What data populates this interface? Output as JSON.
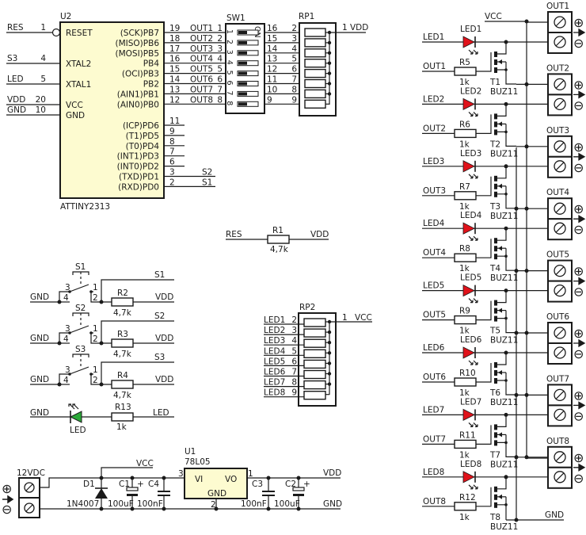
{
  "colors": {
    "ic_fill": "#fdfbd0",
    "led_red": "#e0121a",
    "led_green": "#2aa838",
    "wire": "#1a1a1a"
  },
  "u2": {
    "ref": "U2",
    "part": "ATTINY2313",
    "left_pins": [
      {
        "net": "RES",
        "num": "1",
        "name": "RESET",
        "inverted": true
      },
      {
        "net": "S3",
        "num": "4",
        "name": "XTAL2"
      },
      {
        "net": "LED",
        "num": "5",
        "name": "XTAL1"
      },
      {
        "net": "VDD",
        "num": "20",
        "name": "VCC"
      },
      {
        "net": "GND",
        "num": "10",
        "name": "GND"
      }
    ],
    "port_b": [
      {
        "name": "(SCK)PB7",
        "num": "19",
        "net": "OUT1"
      },
      {
        "name": "(MISO)PB6",
        "num": "18",
        "net": "OUT2"
      },
      {
        "name": "(MOSI)PB5",
        "num": "17",
        "net": "OUT3"
      },
      {
        "name": "PB4",
        "num": "16",
        "net": "OUT4"
      },
      {
        "name": "(OCI)PB3",
        "num": "15",
        "net": "OUT5"
      },
      {
        "name": "PB2",
        "num": "14",
        "net": "OUT6"
      },
      {
        "name": "(AIN1)PB1",
        "num": "13",
        "net": "OUT7"
      },
      {
        "name": "(AIN0)PB0",
        "num": "12",
        "net": "OUT8"
      }
    ],
    "port_d": [
      {
        "name": "(ICP)PD6",
        "num": "11",
        "net": ""
      },
      {
        "name": "(T1)PD5",
        "num": "9",
        "net": ""
      },
      {
        "name": "(T0)PD4",
        "num": "8",
        "net": ""
      },
      {
        "name": "(INT1)PD3",
        "num": "7",
        "net": ""
      },
      {
        "name": "(INT0)PD2",
        "num": "6",
        "net": ""
      },
      {
        "name": "(TXD)PD1",
        "num": "3",
        "net": "S2"
      },
      {
        "name": "(RXD)PD0",
        "num": "2",
        "net": "S1"
      }
    ]
  },
  "sw1": {
    "ref": "SW1",
    "on_label": "ON",
    "left_pins": [
      "1",
      "2",
      "3",
      "4",
      "5",
      "6",
      "7",
      "8"
    ],
    "right_pins": [
      "16",
      "15",
      "14",
      "13",
      "12",
      "11",
      "10",
      "9"
    ],
    "switch_numbers": [
      "1",
      "2",
      "3",
      "4",
      "5",
      "6",
      "7",
      "8"
    ]
  },
  "rp1": {
    "ref": "RP1",
    "pins": [
      "2",
      "3",
      "4",
      "5",
      "6",
      "7",
      "8",
      "9"
    ],
    "common_pin": "1",
    "common_net": "VDD"
  },
  "r1": {
    "net_left": "RES",
    "ref": "R1",
    "value": "4,7k",
    "net_right": "VDD"
  },
  "buttons": [
    {
      "ref": "S1",
      "net": "S1",
      "resistor": "R2",
      "value": "4,7k",
      "gnd": "GND",
      "vdd": "VDD",
      "pins": [
        "3",
        "4",
        "1",
        "2"
      ]
    },
    {
      "ref": "S2",
      "net": "S2",
      "resistor": "R3",
      "value": "4,7k",
      "gnd": "GND",
      "vdd": "VDD",
      "pins": [
        "3",
        "4",
        "1",
        "2"
      ]
    },
    {
      "ref": "S3",
      "net": "S3",
      "resistor": "R4",
      "value": "4,7k",
      "gnd": "GND",
      "vdd": "VDD",
      "pins": [
        "3",
        "4",
        "1",
        "2"
      ]
    }
  ],
  "status_led": {
    "gnd": "GND",
    "ref": "LED",
    "resistor": "R13",
    "value": "1k",
    "net": "LED"
  },
  "rp2": {
    "ref": "RP2",
    "nets": [
      "LED1",
      "LED2",
      "LED3",
      "LED4",
      "LED5",
      "LED6",
      "LED7",
      "LED8"
    ],
    "pins": [
      "2",
      "3",
      "4",
      "5",
      "6",
      "7",
      "8",
      "9"
    ],
    "common_pin": "1",
    "common_net": "VCC"
  },
  "power": {
    "connector": "12VDC",
    "plus": "⊕",
    "minus": "⊖",
    "diode_ref": "D1",
    "diode_part": "1N4007",
    "vcc_label": "VCC",
    "c1": {
      "ref": "C1",
      "value": "100uF",
      "polarity": "+"
    },
    "c4": {
      "ref": "C4",
      "value": "100nF"
    },
    "u1": {
      "ref": "U1",
      "part": "78L05",
      "vi": "VI",
      "vo": "VO",
      "gnd": "GND",
      "pin_in": "3",
      "pin_out": "1",
      "pin_gnd": "2"
    },
    "c3": {
      "ref": "C3",
      "value": "100nF"
    },
    "c2": {
      "ref": "C2",
      "value": "100uF",
      "polarity": "+"
    },
    "vdd_label": "VDD",
    "gnd_label": "GND"
  },
  "drivers": {
    "vcc_label": "VCC",
    "gnd_label": "GND",
    "channels": [
      {
        "led_net": "LED1",
        "led_ref": "LED1",
        "out_net": "OUT1",
        "r": "R5",
        "r_val": "1k",
        "t": "T1",
        "t_part": "BUZ11",
        "conn": "OUT1"
      },
      {
        "led_net": "LED2",
        "led_ref": "LED2",
        "out_net": "OUT2",
        "r": "R6",
        "r_val": "1k",
        "t": "T2",
        "t_part": "BUZ11",
        "conn": "OUT2"
      },
      {
        "led_net": "LED3",
        "led_ref": "LED3",
        "out_net": "OUT3",
        "r": "R7",
        "r_val": "1k",
        "t": "T3",
        "t_part": "BUZ11",
        "conn": "OUT3"
      },
      {
        "led_net": "LED4",
        "led_ref": "LED4",
        "out_net": "OUT4",
        "r": "R8",
        "r_val": "1k",
        "t": "T4",
        "t_part": "BUZ11",
        "conn": "OUT4"
      },
      {
        "led_net": "LED5",
        "led_ref": "LED5",
        "out_net": "OUT5",
        "r": "R9",
        "r_val": "1k",
        "t": "T5",
        "t_part": "BUZ11",
        "conn": "OUT5"
      },
      {
        "led_net": "LED6",
        "led_ref": "LED6",
        "out_net": "OUT6",
        "r": "R10",
        "r_val": "1k",
        "t": "T6",
        "t_part": "BUZ11",
        "conn": "OUT6"
      },
      {
        "led_net": "LED7",
        "led_ref": "LED7",
        "out_net": "OUT7",
        "r": "R11",
        "r_val": "1k",
        "t": "T7",
        "t_part": "BUZ11",
        "conn": "OUT7"
      },
      {
        "led_net": "LED8",
        "led_ref": "LED8",
        "out_net": "OUT8",
        "r": "R12",
        "r_val": "1k",
        "t": "T8",
        "t_part": "BUZ11",
        "conn": "OUT8"
      }
    ]
  }
}
